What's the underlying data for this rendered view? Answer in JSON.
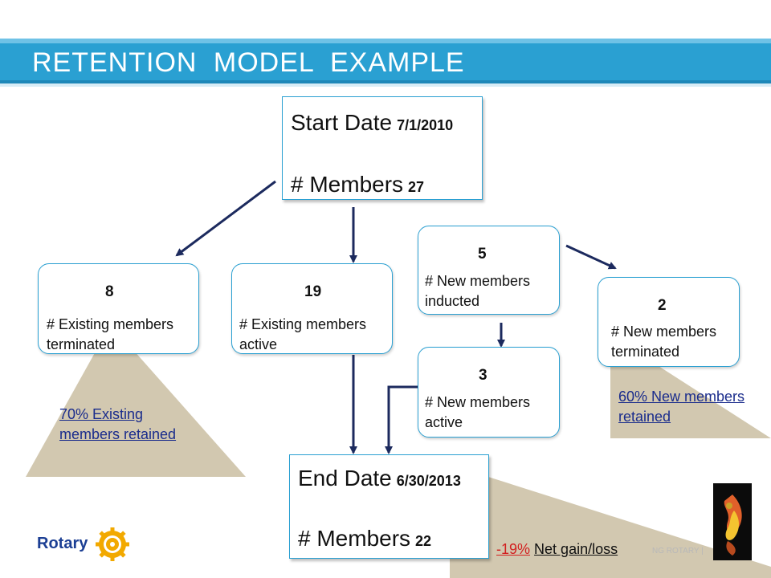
{
  "slide": {
    "title": "RETENTION MODEL EXAMPLE"
  },
  "start": {
    "date_label": "Start Date",
    "date_value": "7/1/2010",
    "members_label": "# Members",
    "members_value": "27"
  },
  "end": {
    "date_label": "End Date",
    "date_value": "6/30/2013",
    "members_label": "# Members",
    "members_value": "22"
  },
  "boxes": {
    "existing_terminated": {
      "number": "8",
      "line1": "# Existing members",
      "line2": "terminated"
    },
    "existing_active": {
      "number": "19",
      "line1": "# Existing members",
      "line2": "active"
    },
    "new_inducted": {
      "number": "5",
      "line1": "# New members",
      "line2": "inducted"
    },
    "new_active": {
      "number": "3",
      "line1": "# New members",
      "line2": "active"
    },
    "new_terminated": {
      "number": "2",
      "line1": "# New members",
      "line2": "terminated"
    }
  },
  "notes": {
    "existing_retained_line1": "70% Existing",
    "existing_retained_line2": "members retained",
    "new_retained_line1": "60% New members",
    "new_retained_line2": "retained"
  },
  "net": {
    "value": "-19%",
    "label": "Net gain/loss"
  },
  "footer": {
    "brand": "Rotary",
    "tag": "NG ROTARY |"
  },
  "colors": {
    "title_bar": "#2aa0d2",
    "box_border": "#2aa0d2",
    "arrow": "#1c2a5e",
    "triangle": "#d2c8b0",
    "note_text": "#1a2c8c",
    "negative": "#d21f1f",
    "rotary_blue": "#1c3f94",
    "rotary_gold": "#f2a900"
  }
}
